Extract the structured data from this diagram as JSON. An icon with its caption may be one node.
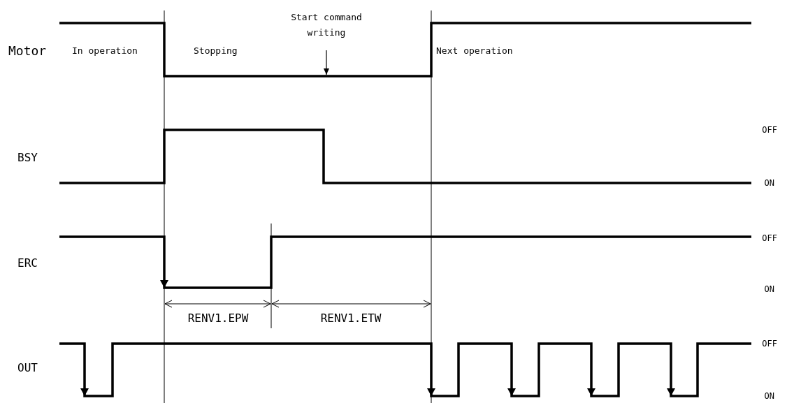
{
  "diagram": {
    "labels": [
      "Start command writing",
      "Motor",
      "In operation",
      "Stopping",
      "Next operation",
      "OFF",
      "BSY",
      "ON",
      "OFF",
      "ERC",
      "ON",
      "RENV1.EPW",
      "RENV1.ETW",
      "OFF",
      "OUT",
      "ON"
    ]
  }
}
